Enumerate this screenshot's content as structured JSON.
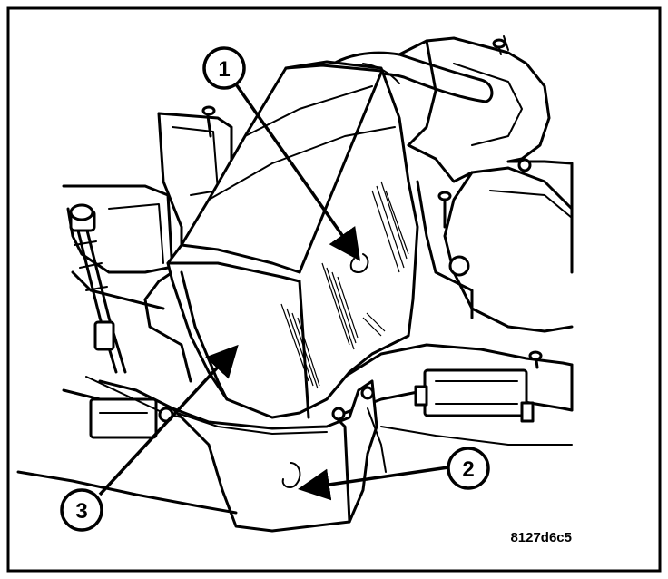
{
  "figure_code": "8127d6c5",
  "callouts": [
    {
      "number": "1"
    },
    {
      "number": "2"
    },
    {
      "number": "3"
    }
  ]
}
